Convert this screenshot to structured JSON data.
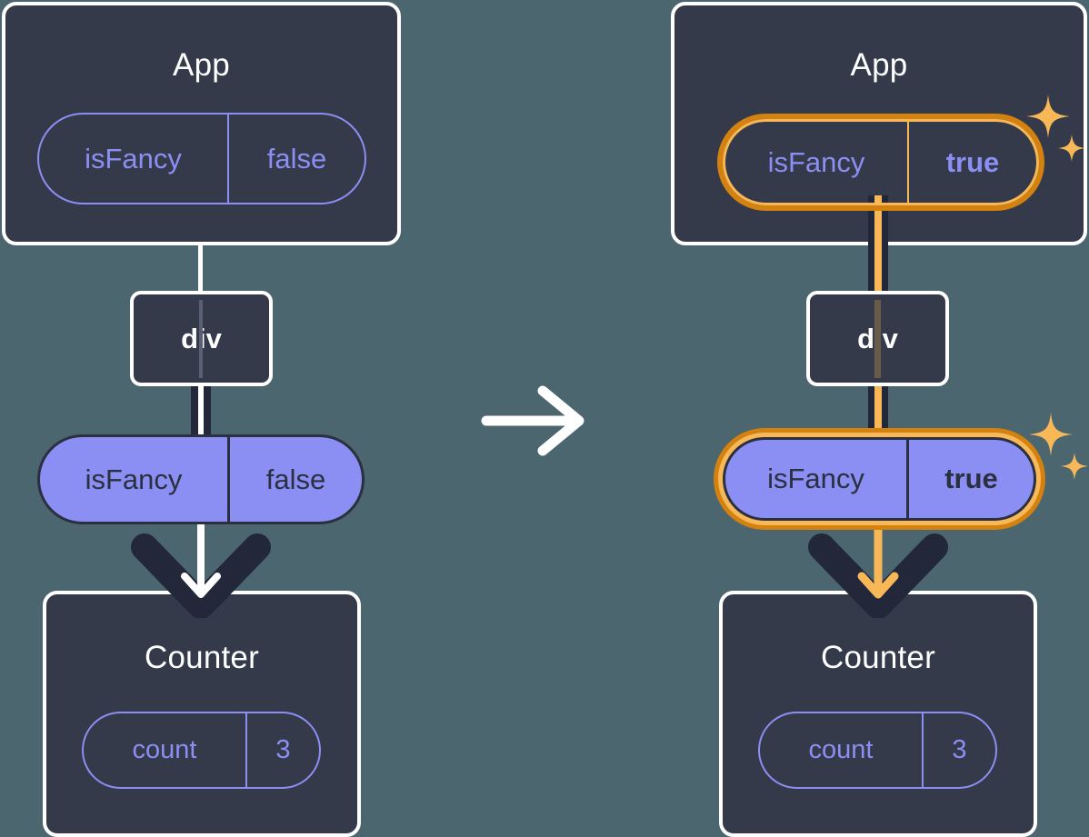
{
  "diagram": {
    "title": "React state lifting / props flow before and after toggling isFancy",
    "colors": {
      "background": "#4c6670",
      "card_fill": "#343a49",
      "card_border": "#ffffff",
      "purple": "#8b8ef2",
      "dark_text": "#2b3040",
      "highlight_light": "#f8b858",
      "highlight_dark": "#d3810f",
      "line_dark": "#22273a"
    },
    "transition_arrow": "arrow-right-icon"
  },
  "panels": [
    {
      "id": "before",
      "app": {
        "title": "App",
        "state_pill": {
          "name": "isFancy",
          "value": "false",
          "highlighted": false,
          "style": "outline"
        }
      },
      "host": {
        "label": "div"
      },
      "props_pill": {
        "name": "isFancy",
        "value": "false",
        "highlighted": false,
        "style": "solid"
      },
      "counter": {
        "title": "Counter",
        "state_pill": {
          "name": "count",
          "value": "3",
          "highlighted": false,
          "style": "outline"
        }
      },
      "sparkles": false
    },
    {
      "id": "after",
      "app": {
        "title": "App",
        "state_pill": {
          "name": "isFancy",
          "value": "true",
          "highlighted": true,
          "style": "outline"
        }
      },
      "host": {
        "label": "div"
      },
      "props_pill": {
        "name": "isFancy",
        "value": "true",
        "highlighted": true,
        "style": "solid"
      },
      "counter": {
        "title": "Counter",
        "state_pill": {
          "name": "count",
          "value": "3",
          "highlighted": false,
          "style": "outline"
        }
      },
      "sparkles": true
    }
  ]
}
